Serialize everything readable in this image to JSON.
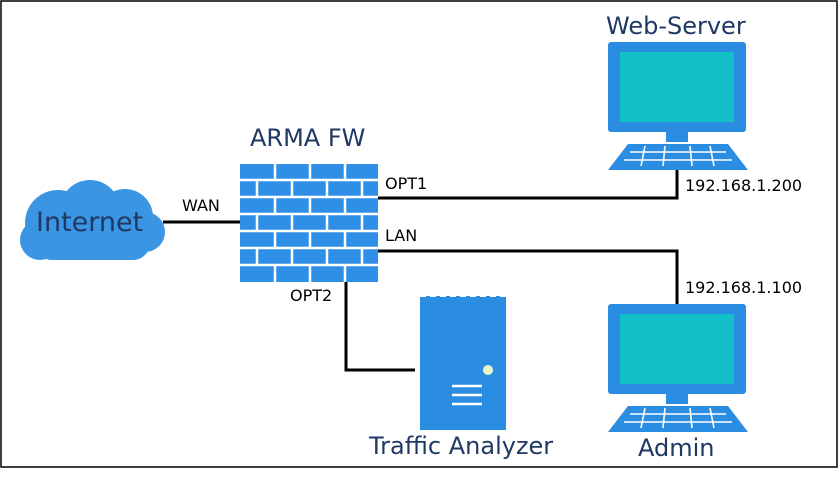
{
  "nodes": {
    "internet": {
      "label": "Internet"
    },
    "firewall": {
      "label": "ARMA FW"
    },
    "web_server": {
      "label": "Web-Server",
      "ip": "192.168.1.200"
    },
    "admin": {
      "label": "Admin",
      "ip": "192.168.1.100"
    },
    "traffic_analyzer": {
      "label": "Traffic Analyzer"
    }
  },
  "ports": {
    "wan": "WAN",
    "opt1": "OPT1",
    "lan": "LAN",
    "opt2": "OPT2"
  },
  "colors": {
    "device_blue": "#2b8de2",
    "screen_teal": "#14c0c8",
    "firewall_blue": "#2f8fe6",
    "cloud_blue": "#3a95e3",
    "label_dark": "#1f3864",
    "line": "#000000"
  }
}
